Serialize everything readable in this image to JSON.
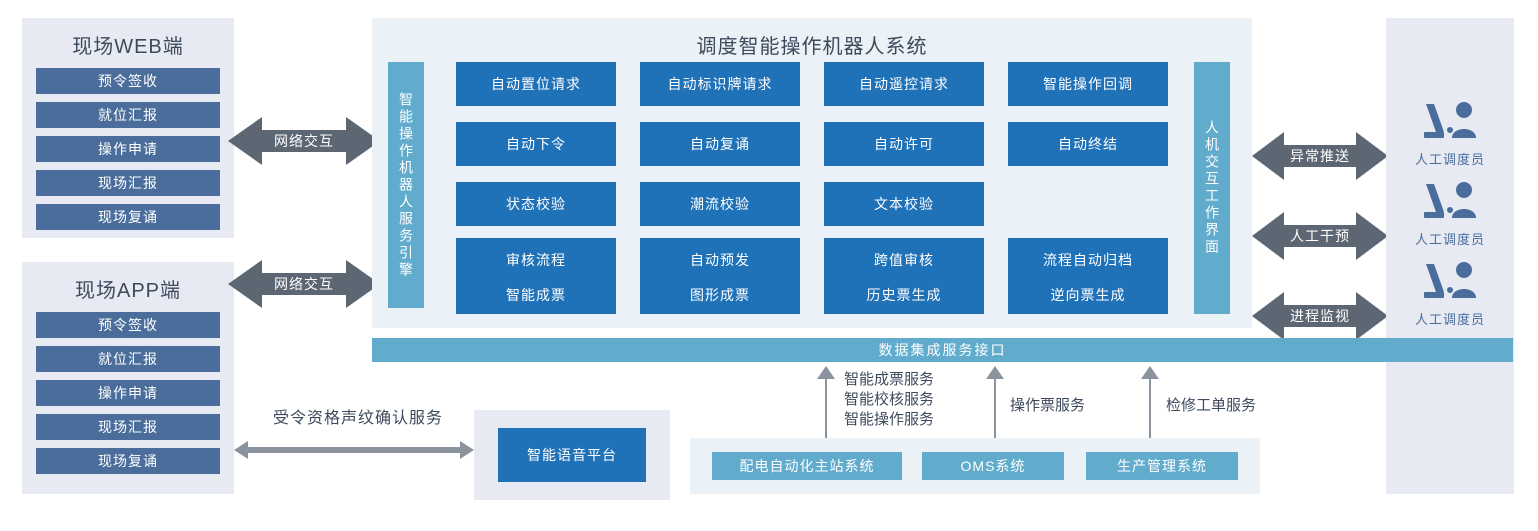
{
  "left_panels": [
    {
      "title": "现场WEB端",
      "items": [
        "预令签收",
        "就位汇报",
        "操作申请",
        "现场汇报",
        "现场复诵"
      ]
    },
    {
      "title": "现场APP端",
      "items": [
        "预令签收",
        "就位汇报",
        "操作申请",
        "现场汇报",
        "现场复诵"
      ]
    }
  ],
  "left_arrows": [
    {
      "label": "网络交互"
    },
    {
      "label": "网络交互"
    }
  ],
  "center": {
    "title": "调度智能操作机器人系统",
    "left_vbar": "智能操作机器人服务引擎",
    "right_vbar": "人机交互工作界面",
    "rows": [
      [
        "自动置位请求",
        "自动标识牌请求",
        "自动遥控请求",
        "智能操作回调"
      ],
      [
        "自动下令",
        "自动复诵",
        "自动许可",
        "自动终结"
      ],
      [
        "状态校验",
        "潮流校验",
        "文本校验"
      ],
      [
        "审核流程",
        "自动预发",
        "跨值审核",
        "流程自动归档"
      ],
      [
        "智能成票",
        "图形成票",
        "历史票生成",
        "逆向票生成"
      ]
    ]
  },
  "right_arrows": [
    {
      "label": "异常推送"
    },
    {
      "label": "人工干预"
    },
    {
      "label": "进程监视"
    }
  ],
  "operators": [
    {
      "icon": "operator-at-desk-icon",
      "label": "人工调度员"
    },
    {
      "icon": "operator-at-desk-icon",
      "label": "人工调度员"
    },
    {
      "icon": "operator-at-desk-icon",
      "label": "人工调度员"
    }
  ],
  "data_interface": {
    "label": "数据集成服务接口"
  },
  "service_labels": [
    {
      "label": "智能成票服务\n智能校核服务\n智能操作服务"
    },
    {
      "label": "操作票服务"
    },
    {
      "label": "检修工单服务"
    }
  ],
  "external_systems": [
    "配电自动化主站系统",
    "OMS系统",
    "生产管理系统"
  ],
  "voice": {
    "arrow_label": "受令资格声纹确认服务",
    "box_label": "智能语音平台"
  },
  "colors": {
    "primary_blue": "#1f71b8",
    "teal": "#61abcc",
    "slate_blue": "#4a6d9c",
    "panel_grey": "#e7eaf2",
    "panel_light_blue": "#eaf2f7",
    "arrow_grey": "#5d6673",
    "text_dark": "#3d4a5c"
  }
}
